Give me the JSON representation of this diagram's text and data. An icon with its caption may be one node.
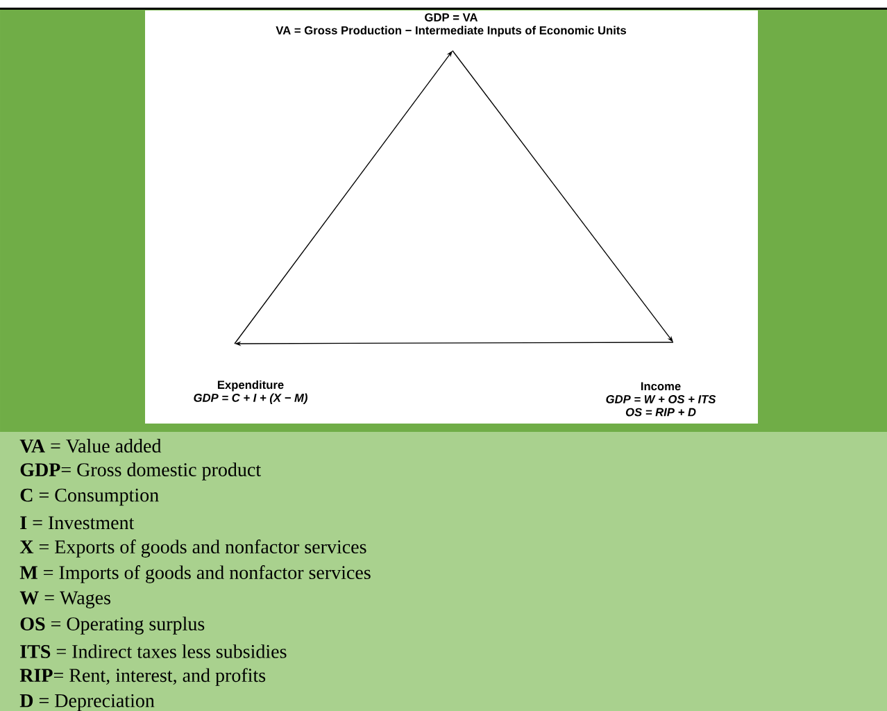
{
  "diagram": {
    "nodes": [
      {
        "text": [
          "GDP = VA",
          "VA = Gross Production − Intermediate Inputs of Economic Units"
        ]
      },
      {
        "text": [
          "Expenditure",
          "GDP = C + I + (X − M)"
        ]
      },
      {
        "text": [
          "Income",
          "GDP = W + OS + ITS",
          "OS = RIP + D"
        ]
      }
    ],
    "edges": [
      {
        "from": 1,
        "to": 0,
        "arrow": "to"
      },
      {
        "from": 0,
        "to": 2,
        "arrow": "to"
      },
      {
        "from": 2,
        "to": 1,
        "arrow": "to"
      }
    ],
    "labels": [
      "**VA** = Value added",
      "**GDP**= Gross domestic product",
      "**C** = Consumption",
      "**I** = Investment",
      "**X** = Exports of goods and nonfactor services",
      "**M** = Imports of goods and nonfactor services",
      "**W** = Wages",
      "**OS** = Operating surplus",
      "**ITS** = Indirect taxes less subsidies",
      "**RIP**= Rent, interest, and profits",
      "**D** = Depreciation"
    ]
  }
}
